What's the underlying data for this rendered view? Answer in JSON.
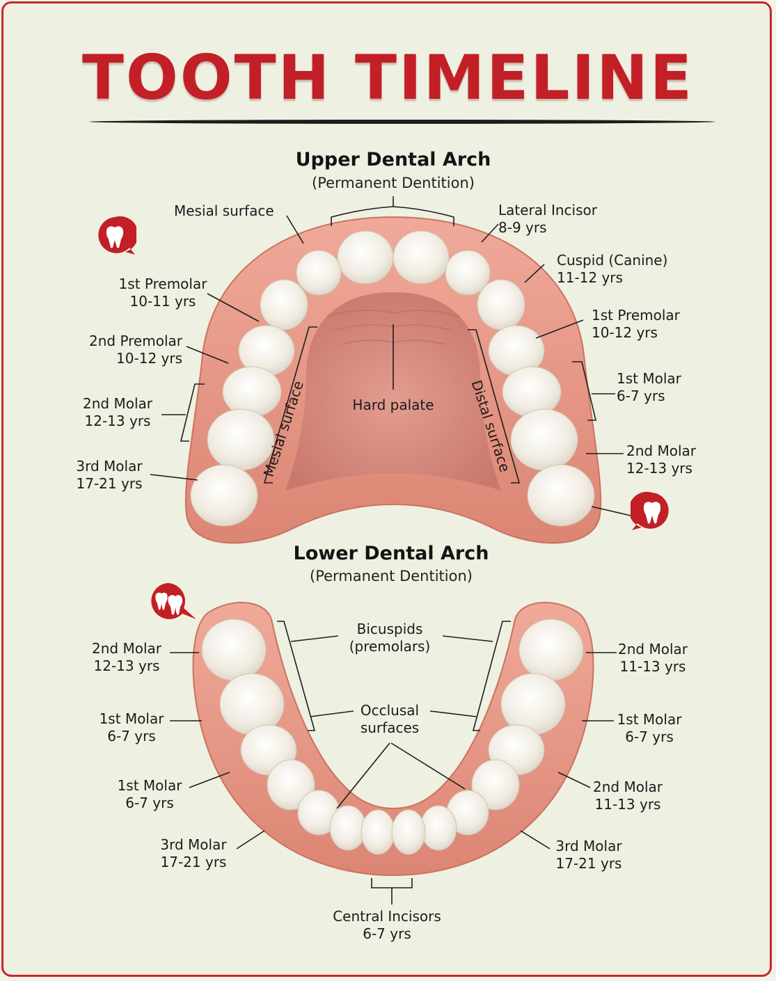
{
  "title": "TOOTH TIMELINE",
  "upper": {
    "heading": "Upper Dental Arch",
    "subheading": "(Permanent Dentition)",
    "labels": {
      "mesial_top": "Mesial surface",
      "lateral_incisor": {
        "name": "Lateral Incisor",
        "age": "8-9 yrs"
      },
      "cuspid": {
        "name": "Cuspid (Canine)",
        "age": "11-12 yrs"
      },
      "left_1st_premolar": {
        "name": "1st Premolar",
        "age": "10-11 yrs"
      },
      "right_1st_premolar": {
        "name": "1st Premolar",
        "age": "10-12 yrs"
      },
      "left_2nd_premolar": {
        "name": "2nd Premolar",
        "age": "10-12 yrs"
      },
      "left_2nd_molar": {
        "name": "2nd Molar",
        "age": "12-13 yrs"
      },
      "right_1st_molar": {
        "name": "1st Molar",
        "age": "6-7 yrs"
      },
      "right_2nd_molar": {
        "name": "2nd Molar",
        "age": "12-13 yrs"
      },
      "left_3rd_molar": {
        "name": "3rd Molar",
        "age": "17-21 yrs"
      },
      "hard_palate": "Hard palate",
      "mesial_side": "Mesial surface",
      "distal_side": "Distal surface"
    }
  },
  "lower": {
    "heading": "Lower Dental Arch",
    "subheading": "(Permanent Dentition)",
    "labels": {
      "left_2nd_molar": {
        "name": "2nd Molar",
        "age": "12-13 yrs"
      },
      "left_1st_molar_a": {
        "name": "1st Molar",
        "age": "6-7 yrs"
      },
      "left_1st_molar_b": {
        "name": "1st Molar",
        "age": "6-7 yrs"
      },
      "left_3rd_molar": {
        "name": "3rd Molar",
        "age": "17-21 yrs"
      },
      "right_2nd_molar_a": {
        "name": "2nd Molar",
        "age": "11-13 yrs"
      },
      "right_1st_molar": {
        "name": "1st Molar",
        "age": "6-7 yrs"
      },
      "right_2nd_molar_b": {
        "name": "2nd Molar",
        "age": "11-13 yrs"
      },
      "right_3rd_molar": {
        "name": "3rd Molar",
        "age": "17-21 yrs"
      },
      "bicuspids": {
        "line1": "Bicuspids",
        "line2": "(premolars)"
      },
      "occlusal": {
        "line1": "Occlusal",
        "line2": "surfaces"
      },
      "central_incisors": {
        "name": "Central Incisors",
        "age": "6-7 yrs"
      }
    }
  },
  "colors": {
    "accent": "#c21f26",
    "gum": "#e79b8d",
    "palate": "#dc8f82",
    "tooth": "#f4efe6"
  },
  "icons": [
    "tooth-badge-icon",
    "tooth-badge-icon",
    "double-tooth-badge-icon"
  ]
}
